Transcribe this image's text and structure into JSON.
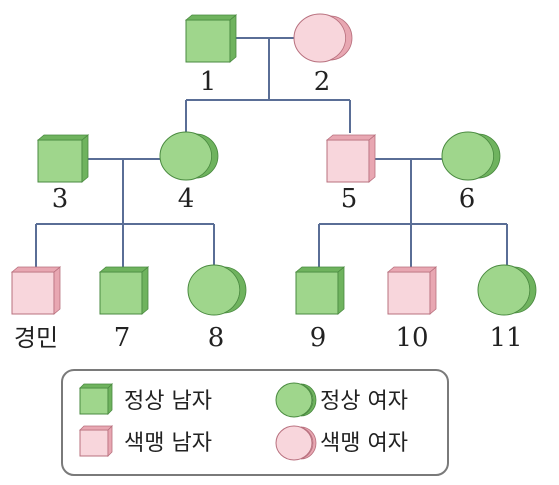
{
  "colors": {
    "normal": "#9fd68c",
    "normal_side": "#6fb35e",
    "normal_stroke": "#4a8a40",
    "colorblind": "#f8d6dc",
    "colorblind_side": "#e8a7b2",
    "colorblind_stroke": "#b8707e",
    "line": "#5a6e96"
  },
  "people": [
    {
      "id": "p1",
      "label": "1",
      "sex": "male",
      "status": "normal"
    },
    {
      "id": "p2",
      "label": "2",
      "sex": "female",
      "status": "colorblind"
    },
    {
      "id": "p3",
      "label": "3",
      "sex": "male",
      "status": "normal"
    },
    {
      "id": "p4",
      "label": "4",
      "sex": "female",
      "status": "normal"
    },
    {
      "id": "p5",
      "label": "5",
      "sex": "male",
      "status": "colorblind"
    },
    {
      "id": "p6",
      "label": "6",
      "sex": "female",
      "status": "normal"
    },
    {
      "id": "pk",
      "label": "경민",
      "sex": "male",
      "status": "colorblind"
    },
    {
      "id": "p7",
      "label": "7",
      "sex": "male",
      "status": "normal"
    },
    {
      "id": "p8",
      "label": "8",
      "sex": "female",
      "status": "normal"
    },
    {
      "id": "p9",
      "label": "9",
      "sex": "male",
      "status": "normal"
    },
    {
      "id": "p10",
      "label": "10",
      "sex": "male",
      "status": "colorblind"
    },
    {
      "id": "p11",
      "label": "11",
      "sex": "female",
      "status": "normal"
    }
  ],
  "legend": {
    "normal_male": "정상  남자",
    "colorblind_male": "색맹  남자",
    "normal_female": "정상  여자",
    "colorblind_female": "색맹  여자"
  }
}
